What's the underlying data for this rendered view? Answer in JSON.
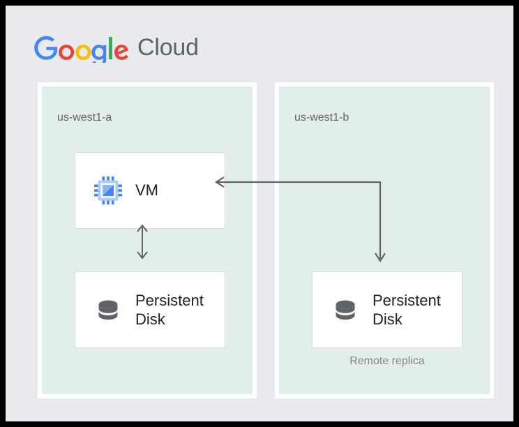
{
  "brand": {
    "google_text": "Google",
    "cloud_text": "Cloud",
    "colors": {
      "blue": "#4285F4",
      "red": "#EA4335",
      "yellow": "#FBBC05",
      "green": "#34A853",
      "gray": "#5F6368"
    }
  },
  "page": {
    "background": "#E8EAED",
    "frame_color": "#000000"
  },
  "zones": [
    {
      "id": "us-west1-a",
      "label": "us-west1-a",
      "fill": "#E2EFE8",
      "nodes": [
        {
          "id": "vm",
          "label": "VM",
          "icon": "cpu-chip-icon"
        },
        {
          "id": "persistent-disk-a",
          "label": "Persistent\nDisk",
          "icon": "database-icon"
        }
      ]
    },
    {
      "id": "us-west1-b",
      "label": "us-west1-b",
      "fill": "#E2EFE8",
      "nodes": [
        {
          "id": "persistent-disk-b",
          "label": "Persistent\nDisk",
          "icon": "database-icon",
          "caption": "Remote replica"
        }
      ]
    }
  ],
  "connectors": [
    {
      "id": "vm-to-disk-a",
      "from": "vm",
      "to": "persistent-disk-a",
      "style": "double-headed-vertical-arrow",
      "color": "#5F6368"
    },
    {
      "id": "replica-to-vm",
      "from": "persistent-disk-b",
      "to": "vm",
      "style": "elbow-arrow-both-ends",
      "color": "#5F6368"
    }
  ],
  "icon_colors": {
    "cpu_pin": "#4285F4",
    "cpu_frame": "#AECBFA",
    "cpu_inner_dark": "#4285F4",
    "cpu_inner_light": "#8AB4F8",
    "database": "#5F6368"
  }
}
